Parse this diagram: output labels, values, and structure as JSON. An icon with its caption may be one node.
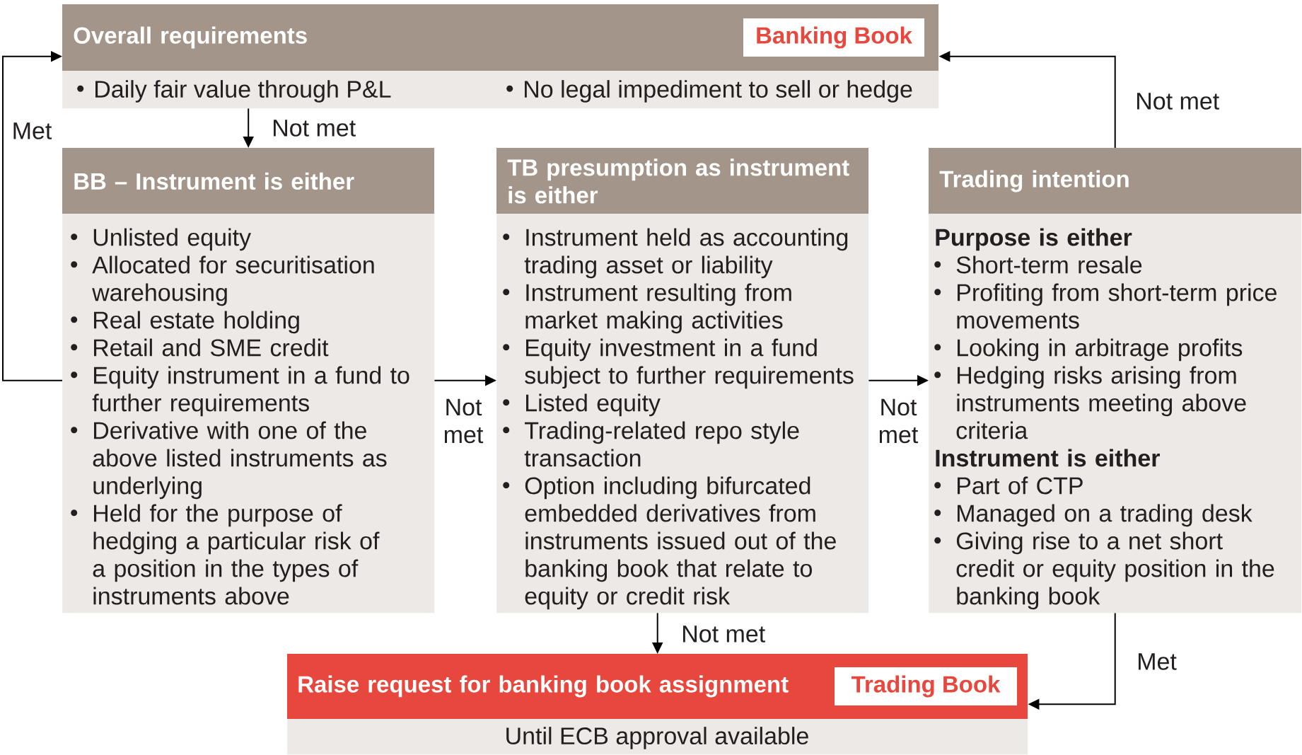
{
  "diagram": {
    "nodes": [
      {
        "text": [
          "Overall requirements",
          "Daily fair value through P&L",
          "No legal impediment to sell or hedge"
        ]
      },
      {
        "text": [
          "Banking Book"
        ],
        "in": 0
      },
      {
        "text": [
          "BB – Instrument is either",
          "Unlisted equity",
          "Allocated for securitisation warehousing",
          "Real estate holding",
          "Retail and SME credit",
          "Equity instrument in a fund to further requirements",
          "Derivative with one of the above listed instruments as underlying",
          "Held for the purpose of hedging a particular risk of a position in the types of instruments above"
        ]
      },
      {
        "text": [
          "TB presumption as instrument is either",
          "Instrument held as accounting trading asset or liability",
          "Instrument resulting from market making activities",
          "Equity investment in a fund subject to further requirements",
          "Listed equity",
          "Trading-related repo style transaction",
          "Option including bifurcated embedded derivatives from instruments issued out of the banking book that relate to equity or credit risk"
        ]
      },
      {
        "text": [
          "Trading intention",
          "Purpose is either",
          "Short-term resale",
          "Profiting from short-term price movements",
          "Looking in arbitrage profits",
          "Hedging risks arising from instruments meeting above criteria",
          "Instrument is either",
          "Part of CTP",
          "Managed on a trading desk",
          "Giving rise to a net short credit or equity position in the banking book"
        ]
      },
      {
        "text": [
          "Raise request for banking book assignment",
          "Until ECB approval available"
        ]
      },
      {
        "text": [
          "Trading Book"
        ],
        "in": 5
      }
    ],
    "edges": [
      {
        "from": 0,
        "to": 2,
        "arrow": "to",
        "label": "Not met"
      },
      {
        "from": 2,
        "to": 0,
        "arrow": "to",
        "label": "Met"
      },
      {
        "from": 2,
        "to": 3,
        "arrow": "to",
        "label": "Not met"
      },
      {
        "from": 3,
        "to": 4,
        "arrow": "to",
        "label": "Not met"
      },
      {
        "from": 4,
        "to": 0,
        "arrow": "to",
        "label": "Not met"
      },
      {
        "from": 3,
        "to": 5,
        "arrow": "to",
        "label": "Not met"
      },
      {
        "from": 4,
        "to": 5,
        "arrow": "to",
        "label": "Met"
      }
    ]
  }
}
